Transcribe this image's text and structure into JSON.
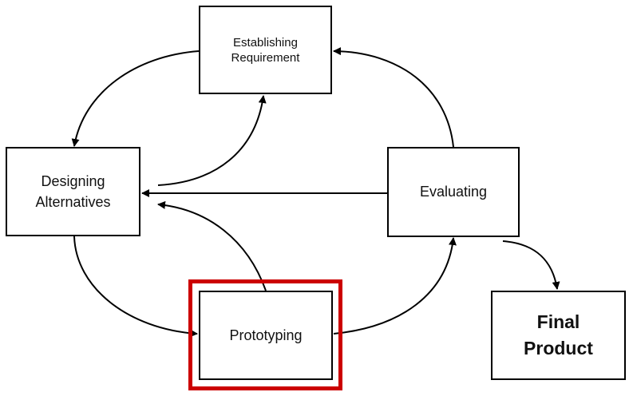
{
  "nodes": {
    "establishing_requirement": "Establishing\nRequirement",
    "designing_alternatives": "Designing\nAlternatives",
    "evaluating": "Evaluating",
    "prototyping": "Prototyping",
    "final_product": "Final\nProduct"
  },
  "highlight_color": "#cc0000",
  "highlighted_node": "prototyping"
}
